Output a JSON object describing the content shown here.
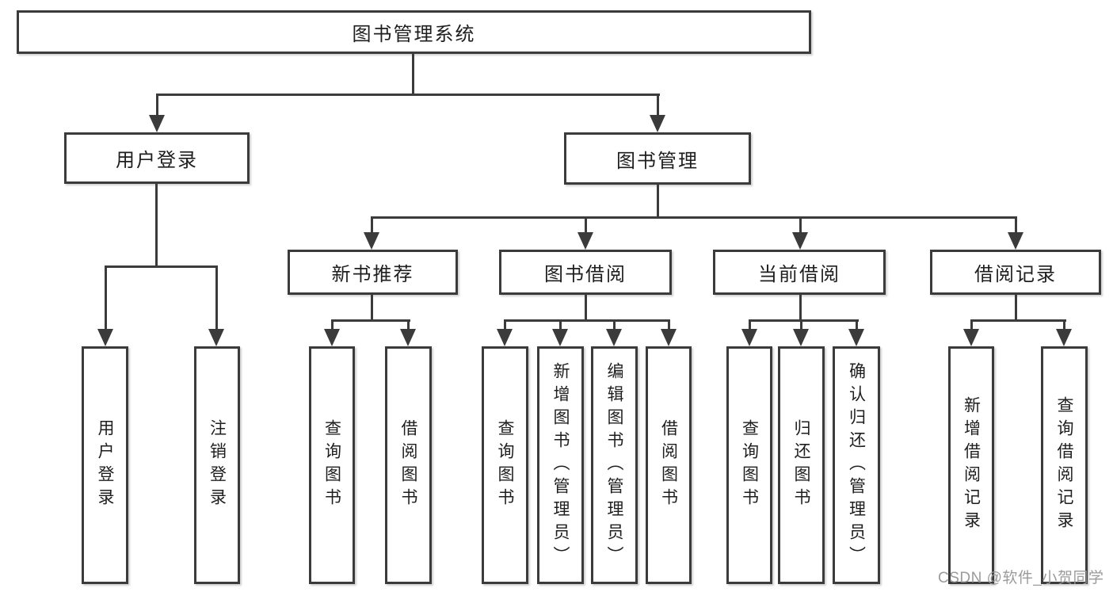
{
  "diagram": {
    "type": "hierarchy-tree",
    "root": {
      "label": "图书管理系统",
      "children": [
        {
          "label": "用户登录",
          "children": [
            {
              "label": "用户登录"
            },
            {
              "label": "注销登录"
            }
          ]
        },
        {
          "label": "图书管理",
          "children": [
            {
              "label": "新书推荐",
              "children": [
                {
                  "label": "查询图书"
                },
                {
                  "label": "借阅图书"
                }
              ]
            },
            {
              "label": "图书借阅",
              "children": [
                {
                  "label": "查询图书"
                },
                {
                  "label": "新增图书（管理员）"
                },
                {
                  "label": "编辑图书（管理员）"
                },
                {
                  "label": "借阅图书"
                }
              ]
            },
            {
              "label": "当前借阅",
              "children": [
                {
                  "label": "查询图书"
                },
                {
                  "label": "归还图书"
                },
                {
                  "label": "确认归还（管理员）"
                }
              ]
            },
            {
              "label": "借阅记录",
              "children": [
                {
                  "label": "新增借阅记录"
                },
                {
                  "label": "查询借阅记录"
                }
              ]
            }
          ]
        }
      ]
    },
    "colors": {
      "line": "#3b3b3b",
      "text": "#1e1e1e",
      "background": "#ffffff",
      "watermark": "#969696"
    }
  },
  "watermark": {
    "text": "CSDN @软件_小贺同学"
  }
}
